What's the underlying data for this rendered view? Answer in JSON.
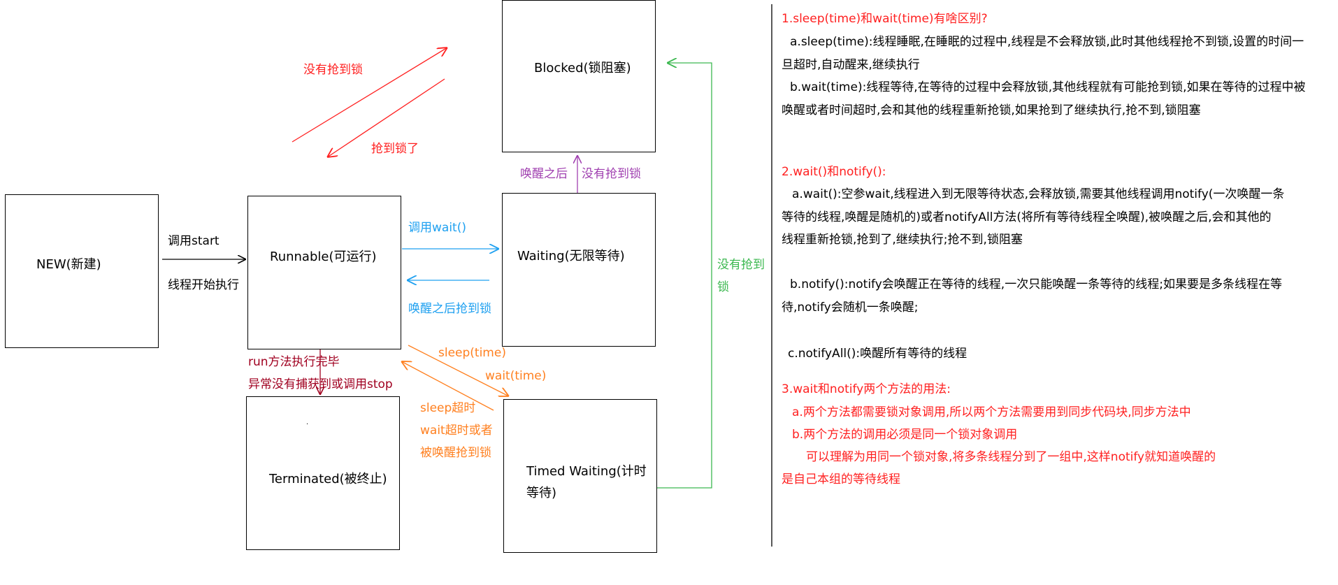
{
  "colors": {
    "black": "#000000",
    "red": "#ff2020",
    "blue": "#1ea0f0",
    "purple": "#a040b0",
    "green": "#3cb850",
    "orange": "#ff8020",
    "darkred": "#a00020"
  },
  "states": {
    "new": "NEW(新建)",
    "runnable": "Runnable(可运行)",
    "blocked": "Blocked(锁阻塞)",
    "waiting": "Waiting(无限等待)",
    "timed_waiting_line1": "Timed Waiting(计时",
    "timed_waiting_line2": "等待)",
    "terminated": "Terminated(被终止)",
    "terminated_dot": "·"
  },
  "arrows": {
    "start_call": "调用start",
    "thread_start": "线程开始执行",
    "no_lock_red": "没有抢到锁",
    "got_lock": "抢到锁了",
    "call_wait": "调用wait()",
    "wake_get_lock": "唤醒之后抢到锁",
    "after_wake": "唤醒之后",
    "no_lock_purple": "没有抢到锁",
    "no_lock_green_1": "没有抢到",
    "no_lock_green_2": "锁",
    "run_done": "run方法执行完毕",
    "exception_stop": "异常没有捕获到或调用stop",
    "sleep_time": "sleep(time)",
    "wait_time": "wait(time)",
    "sleep_timeout": "sleep超时",
    "wait_timeout_or": "wait超时或者",
    "woken_get_lock": "被唤醒抢到锁"
  },
  "notes": {
    "q1_title": "1.sleep(time)和wait(time)有啥区别?",
    "q1_a_1": "a.sleep(time):线程睡眠,在睡眠的过程中,线程是不会释放锁,此时其他线程抢不到锁,设置的时间一",
    "q1_a_2": "旦超时,自动醒来,继续执行",
    "q1_b_1": "b.wait(time):线程等待,在等待的过程中会释放锁,其他线程就有可能抢到锁,如果在等待的过程中被",
    "q1_b_2": "唤醒或者时间超时,会和其他的线程重新抢锁,如果抢到了继续执行,抢不到,锁阻塞",
    "q2_title": "2.wait()和notify():",
    "q2_a_1": "a.wait():空参wait,线程进入到无限等待状态,会释放锁,需要其他线程调用notify(一次唤醒一条",
    "q2_a_2": "等待的线程,唤醒是随机的)或者notifyAll方法(将所有等待线程全唤醒),被唤醒之后,会和其他的",
    "q2_a_3": "线程重新抢锁,抢到了,继续执行;抢不到,锁阻塞",
    "q2_b_1": "b.notify():notify会唤醒正在等待的线程,一次只能唤醒一条等待的线程;如果要是多条线程在等",
    "q2_b_2": "待,notify会随机一条唤醒;",
    "q2_c": "c.notifyAll():唤醒所有等待的线程",
    "q3_title": "3.wait和notify两个方法的用法:",
    "q3_a": "a.两个方法都需要锁对象调用,所以两个方法需要用到同步代码块,同步方法中",
    "q3_b": "b.两个方法的调用必须是同一个锁对象调用",
    "q3_c_1": "可以理解为用同一个锁对象,将多条线程分到了一组中,这样notify就知道唤醒的",
    "q3_c_2": "是自己本组的等待线程"
  }
}
